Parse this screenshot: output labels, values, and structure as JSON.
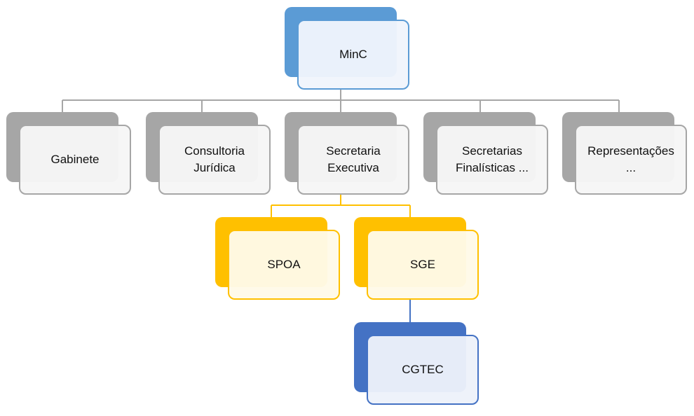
{
  "nodes": {
    "minc": "MinC",
    "gabinete": "Gabinete",
    "consultoria": "Consultoria\nJurídica",
    "secretaria_executiva": "Secretaria\nExecutiva",
    "secretarias_finalisticas": "Secretarias\nFinalísticas ...",
    "representacoes": "Representações\n...",
    "spoa": "SPOA",
    "sge": "SGE",
    "cgtec": "CGTEC"
  },
  "colors": {
    "grey": "#a6a6a6",
    "blue_light": "#5b9bd5",
    "yellow": "#ffc000",
    "blue_dark": "#4472c4"
  }
}
